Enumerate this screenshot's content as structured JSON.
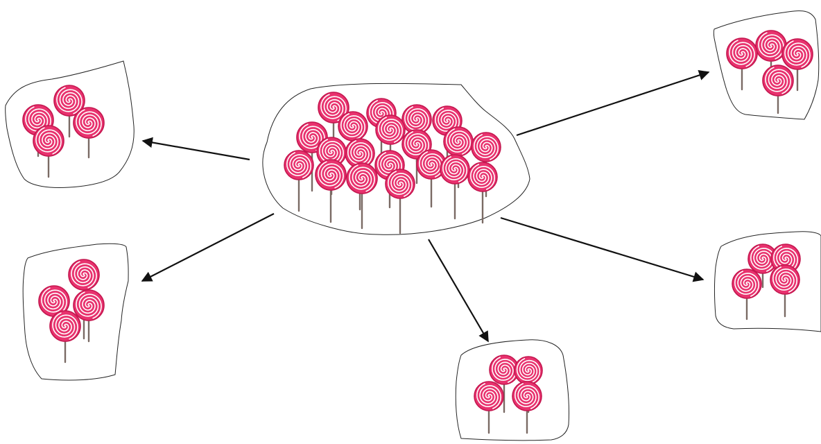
{
  "diagram": {
    "type": "dispersal-diagram",
    "colors": {
      "candy": "#e8326e",
      "candy_dark": "#c4174f",
      "swirl": "#ffffff",
      "stick": "#7a6a64",
      "outline": "#222222",
      "arrow": "#111111"
    },
    "icon": "lollipop-tree-icon",
    "source_group": {
      "name": "central-group",
      "tree_count": 21
    },
    "target_groups": [
      {
        "name": "group-top-left",
        "tree_count": 4
      },
      {
        "name": "group-mid-left",
        "tree_count": 4
      },
      {
        "name": "group-bottom-center",
        "tree_count": 4
      },
      {
        "name": "group-right",
        "tree_count": 4
      },
      {
        "name": "group-top-right",
        "tree_count": 4
      }
    ]
  }
}
